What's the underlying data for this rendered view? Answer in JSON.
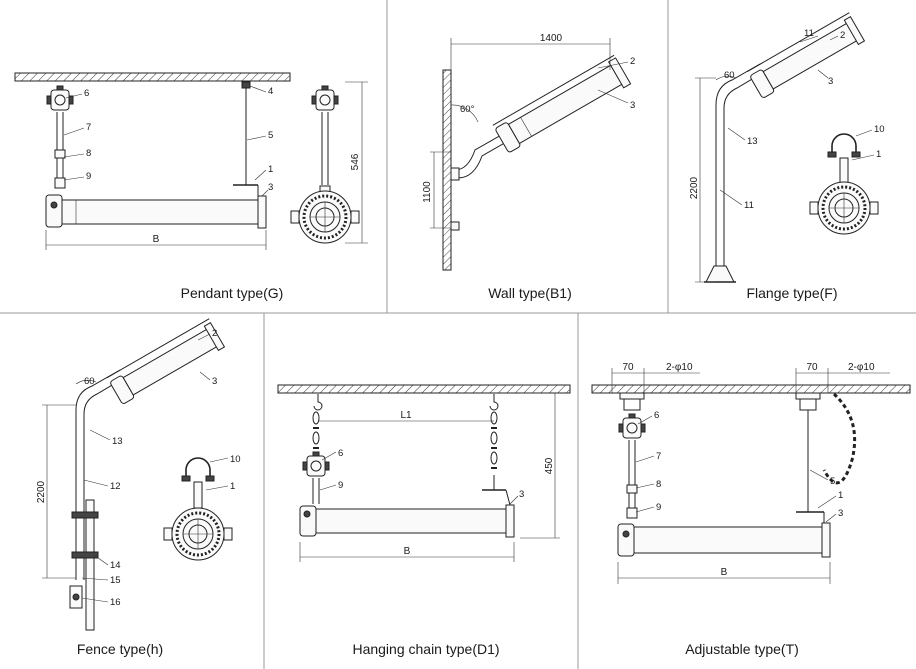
{
  "panels": [
    {
      "caption": "Pendant type(G)",
      "dims": [
        "546",
        "B"
      ],
      "callouts": [
        "6",
        "7",
        "8",
        "9",
        "4",
        "5",
        "1",
        "3"
      ]
    },
    {
      "caption": "Wall type(B1)",
      "dims": [
        "1400",
        "1100",
        "60°"
      ],
      "callouts": [
        "2",
        "3"
      ]
    },
    {
      "caption": "Flange type(F)",
      "dims": [
        "2200",
        "60"
      ],
      "callouts": [
        "11",
        "2",
        "3",
        "13",
        "10",
        "1",
        "11"
      ]
    },
    {
      "caption": "Fence type(h)",
      "dims": [
        "2200",
        "60"
      ],
      "callouts": [
        "2",
        "3",
        "13",
        "12",
        "10",
        "1",
        "14",
        "15",
        "16"
      ]
    },
    {
      "caption": "Hanging chain type(D1)",
      "dims": [
        "L1",
        "450",
        "B"
      ],
      "callouts": [
        "6",
        "9",
        "3"
      ]
    },
    {
      "caption": "Adjustable type(T)",
      "dims": [
        "70",
        "2-φ10",
        "70",
        "2-φ10",
        "B"
      ],
      "callouts": [
        "6",
        "7",
        "8",
        "9",
        "5",
        "1",
        "3"
      ]
    }
  ]
}
